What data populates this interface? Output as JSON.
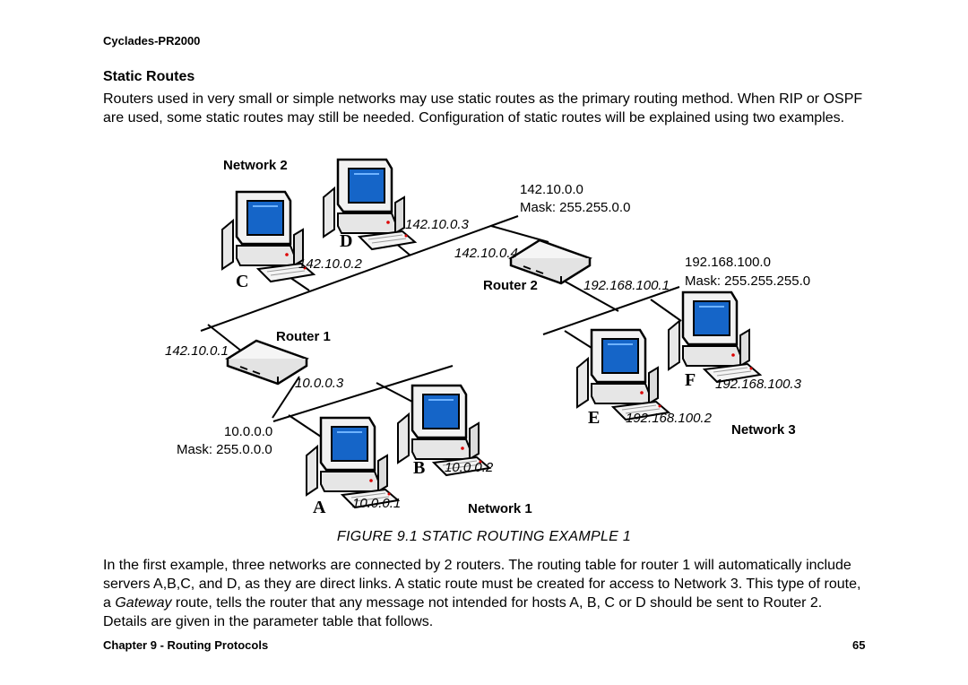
{
  "header": {
    "product": "Cyclades-PR2000"
  },
  "section": {
    "title": "Static Routes"
  },
  "intro": "Routers used in very small or simple networks may use static routes as the primary routing method.  When RIP or OSPF are used, some static routes may still be needed.  Configuration of static routes will be explained using two examples.",
  "figure": {
    "caption": "FIGURE 9.1  STATIC ROUTING EXAMPLE 1",
    "network2_label": "Network 2",
    "network1_label": "Network 1",
    "network3_label": "Network 3",
    "router1_label": "Router 1",
    "router2_label": "Router 2",
    "net_142": {
      "addr": "142.10.0.0",
      "mask": "Mask: 255.255.0.0"
    },
    "net_192": {
      "addr": "192.168.100.0",
      "mask": "Mask: 255.255.255.0"
    },
    "net_10": {
      "addr": "10.0.0.0",
      "mask": "Mask: 255.0.0.0"
    },
    "hosts": {
      "A": {
        "letter": "A",
        "ip": "10.0.0.1"
      },
      "B": {
        "letter": "B",
        "ip": "10.0.0.2"
      },
      "C": {
        "letter": "C",
        "ip": "142.10.0.2"
      },
      "D": {
        "letter": "D",
        "ip": "142.10.0.3"
      },
      "E": {
        "letter": "E",
        "ip": "192.168.100.2"
      },
      "F": {
        "letter": "F",
        "ip": "192.168.100.3"
      }
    },
    "router1_ips": {
      "net2": "142.10.0.1",
      "net1": "10.0.0.3"
    },
    "router2_ips": {
      "net2": "142.10.0.4",
      "net3": "192.168.100.1"
    }
  },
  "body": {
    "p_before": "In the first example, three networks are connected by 2 routers.  The routing table for router 1 will automatically include servers A,B,C, and D, as they are direct links.  A static route must be created for access to Network 3. This type of route, a ",
    "p_emph": "Gateway",
    "p_after": " route, tells the router that any message not intended for hosts A, B, C or D should be sent to Router 2.  Details are given in the parameter table that follows."
  },
  "footer": {
    "chapter": "Chapter 9 - Routing Protocols",
    "page": "65"
  }
}
